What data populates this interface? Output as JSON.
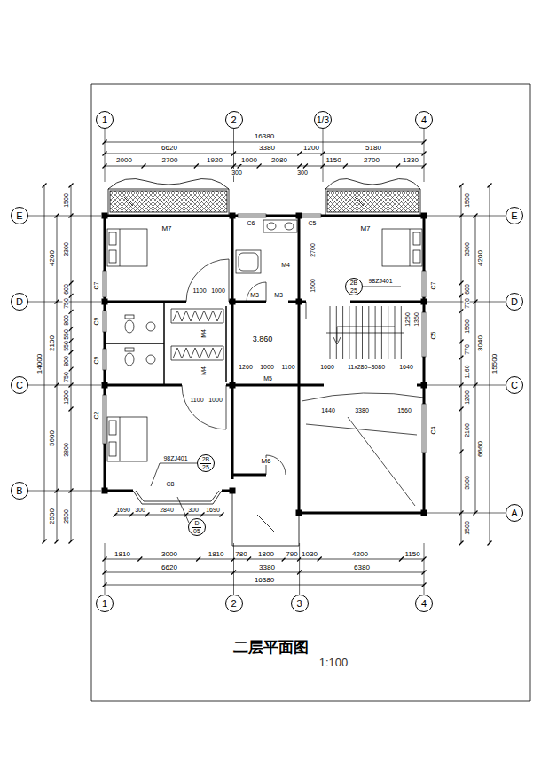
{
  "diagram": {
    "title": "二层平面图",
    "nodes": [
      {
        "text": [
          "1"
        ]
      },
      {
        "text": [
          "2"
        ]
      },
      {
        "text": [
          "1/3"
        ]
      },
      {
        "text": [
          "4"
        ]
      },
      {
        "text": [
          "E"
        ]
      },
      {
        "text": [
          "E"
        ]
      },
      {
        "text": [
          "2B",
          "25"
        ]
      },
      {
        "text": [
          "D"
        ]
      },
      {
        "text": [
          "D"
        ]
      },
      {
        "text": [
          "C"
        ]
      },
      {
        "text": [
          "C"
        ]
      },
      {
        "text": [
          "2B",
          "25"
        ]
      },
      {
        "text": [
          "B"
        ]
      },
      {
        "text": [
          "A"
        ]
      },
      {
        "text": [
          "D",
          "05"
        ]
      },
      {
        "text": [
          "1"
        ]
      },
      {
        "text": [
          "2"
        ]
      },
      {
        "text": [
          "3"
        ]
      },
      {
        "text": [
          "4"
        ]
      }
    ],
    "labels": [
      "16380",
      "6620",
      "3380",
      "1200",
      "5180",
      "2000",
      "2700",
      "1920",
      "300",
      "1000",
      "2080",
      "300",
      "1150",
      "2700",
      "1330",
      "14000",
      "4200",
      "2100",
      "5600",
      "2500",
      "1500",
      "3300",
      "600",
      "750",
      "800",
      "550",
      "550",
      "800",
      "750",
      "1200",
      "3800",
      "2500",
      "15500",
      "4200",
      "3040",
      "6660",
      "1500",
      "3300",
      "600",
      "770",
      "1500",
      "770",
      "1160",
      "1200",
      "2100",
      "3300",
      "1500",
      "M7",
      "C6",
      "C5",
      "M7",
      "M4",
      "2700",
      "1500",
      "1100",
      "1000",
      "M3",
      "M3",
      "C7",
      "C7",
      "98ZJ401",
      "C9",
      "C9",
      "M4",
      "M4",
      "3.860",
      "1250",
      "1350",
      "C5",
      "1260",
      "1000",
      "1100",
      "1660",
      "11x280=3080",
      "1640",
      "M5",
      "1100",
      "1000",
      "1440",
      "3380",
      "1560",
      "C4",
      "C2",
      "98ZJ401",
      "M6",
      "C8",
      "1690",
      "300",
      "2840",
      "300",
      "1690",
      "1810",
      "3000",
      "1810",
      "780",
      "1800",
      "790",
      "1030",
      "4200",
      "1150",
      "6620",
      "3380",
      "6380",
      "16380",
      "1:100"
    ]
  }
}
